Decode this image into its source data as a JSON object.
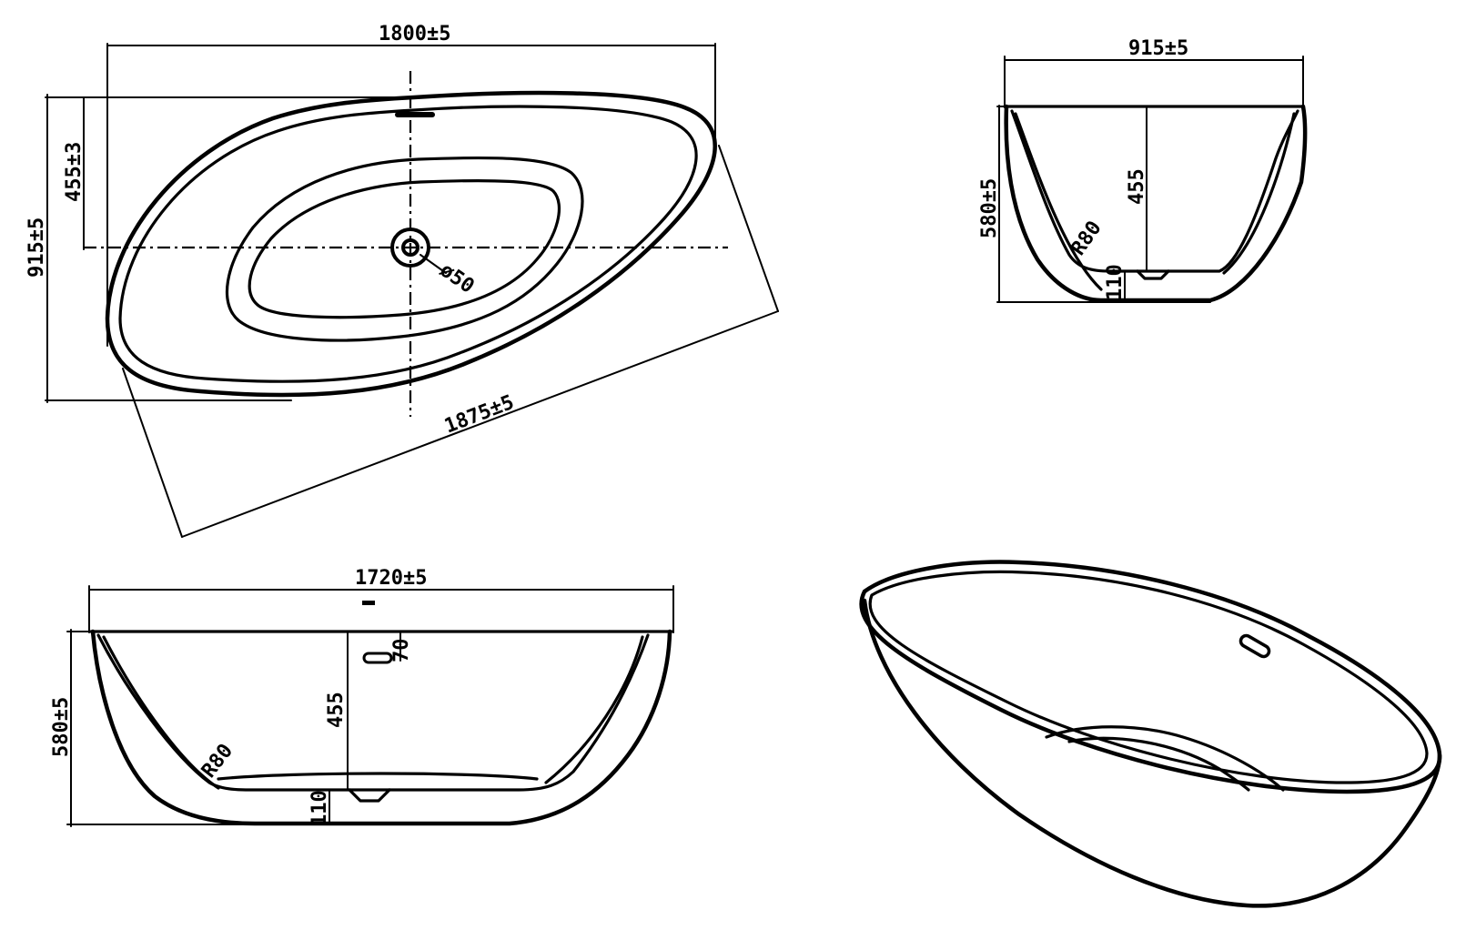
{
  "plan_view": {
    "overall_length": "1800±5",
    "overall_width": "915±5",
    "center_offset": "455±3",
    "diagonal_length": "1875±5",
    "drain_diameter": "ø50"
  },
  "end_section": {
    "top_width": "915±5",
    "overall_height": "580±5",
    "depth": "455",
    "bottom_thickness": "110",
    "corner_radius": "R80"
  },
  "side_section": {
    "top_length": "1720±5",
    "overall_height": "580±5",
    "depth": "455",
    "bottom_thickness": "110",
    "corner_radius": "R80",
    "overflow_height": "70"
  }
}
